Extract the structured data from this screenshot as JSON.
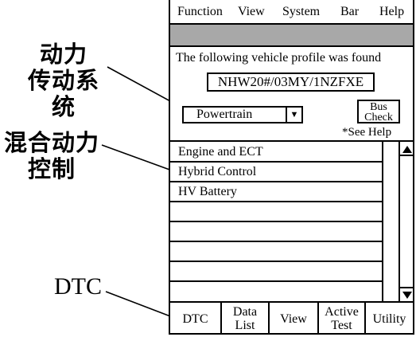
{
  "annotations": {
    "powertrain_label_line1": "动力",
    "powertrain_label_line2": "传动系统",
    "hybrid_label_line1": "混合动力",
    "hybrid_label_line2": "控制",
    "dtc_label": "DTC"
  },
  "menubar": {
    "items": [
      "Function",
      "View",
      "System",
      "Bar",
      "Help"
    ]
  },
  "main": {
    "found_text": "The following vehicle profile was found",
    "profile": "NHW20#/03MY/1NZFXE",
    "select_value": "Powertrain",
    "bus_check_line1": "Bus",
    "bus_check_line2": "Check",
    "see_help": "*See Help"
  },
  "list": {
    "items": [
      "Engine and ECT",
      "Hybrid Control",
      "HV Battery",
      "",
      "",
      "",
      "",
      ""
    ]
  },
  "tabs": {
    "dtc": "DTC",
    "data_list_line1": "Data",
    "data_list_line2": "List",
    "view": "View",
    "active_test_line1": "Active",
    "active_test_line2": "Test",
    "utility": "Utility"
  },
  "icons": {
    "dropdown": "triangle-down-icon",
    "scroll_up": "triangle-up-icon",
    "scroll_down": "triangle-down-icon"
  }
}
